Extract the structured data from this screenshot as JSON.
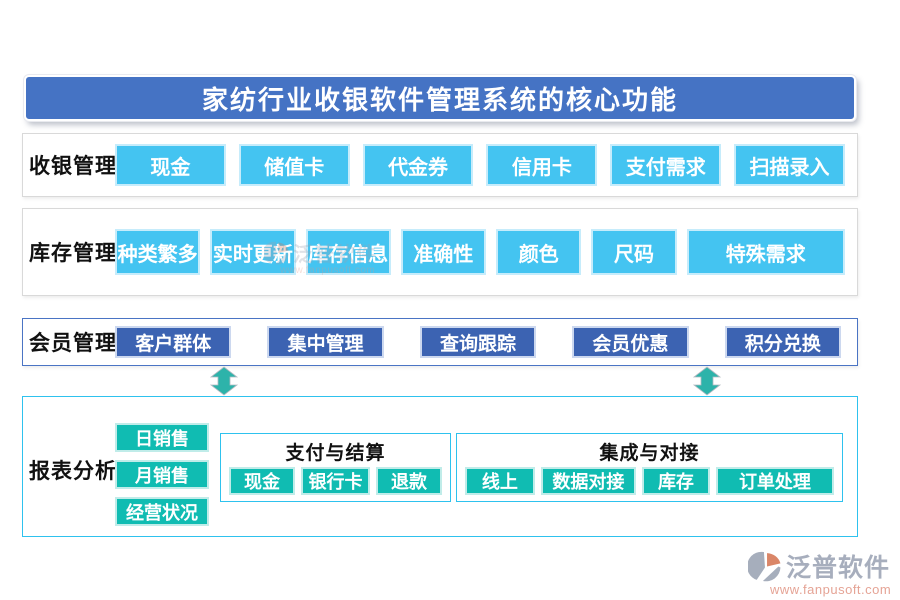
{
  "title": {
    "text": "家纺行业收银软件管理系统的核心功能"
  },
  "rows": [
    {
      "label": "收银管理",
      "buttons": [
        "现金",
        "储值卡",
        "代金券",
        "信用卡",
        "支付需求",
        "扫描录入"
      ]
    },
    {
      "label": "库存管理",
      "buttons": [
        "种类繁多",
        "实时更新",
        "库存信息",
        "准确性",
        "颜色",
        "尺码",
        "特殊需求"
      ]
    },
    {
      "label": "会员管理",
      "buttons": [
        "客户群体",
        "集中管理",
        "查询跟踪",
        "会员优惠",
        "积分兑换"
      ]
    }
  ],
  "report": {
    "label": "报表分析",
    "buttons": [
      "日销售",
      "月销售",
      "经营状况"
    ],
    "panels": [
      {
        "title": "支付与结算",
        "buttons": [
          "现金",
          "银行卡",
          "退款"
        ]
      },
      {
        "title": "集成与对接",
        "buttons": [
          "线上",
          "数据对接",
          "库存",
          "订单处理"
        ]
      }
    ]
  },
  "logo": {
    "name": "泛普软件",
    "url": "www.fanpusoft.com"
  },
  "colors": {
    "title_bg": "#4573C4",
    "cyan_chip": "#44C4F1",
    "royal_chip": "#3C63B2",
    "teal_chip": "#10BCB2",
    "arrow": "#2DB3AA",
    "row_border_gray": "#D9D9D9",
    "row_border_blue": "#4A74C4",
    "row_border_cyan": "#2EC2EE",
    "logo_gray": "#98A1B2",
    "logo_orange": "#D4714E",
    "logo_url_salmon": "#E19483"
  }
}
